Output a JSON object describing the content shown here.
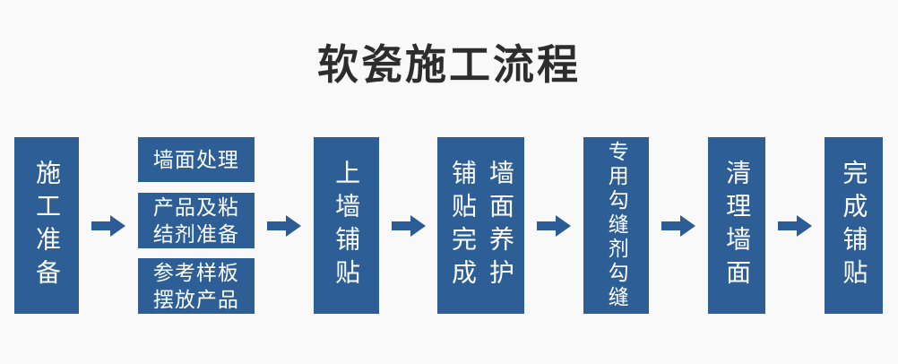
{
  "colors": {
    "bg": "#f9f9f9",
    "box": "#2d5f96",
    "arrow": "#2b5c95",
    "title": "#2d2d2d",
    "box-text": "#ffffff"
  },
  "title": {
    "text": "软瓷施工流程"
  },
  "flow": {
    "steps": [
      {
        "label": "施工准备"
      },
      {
        "items": [
          "墙面处理",
          "产品及粘\n结剂准备",
          "参考样板\n摆放产品"
        ]
      },
      {
        "label": "上墙铺贴"
      },
      {
        "columns": [
          "铺贴完成",
          "墙面养护"
        ]
      },
      {
        "label": "专用勾缝剂勾缝"
      },
      {
        "label": "清理墙面"
      },
      {
        "label": "完成铺贴"
      }
    ]
  }
}
